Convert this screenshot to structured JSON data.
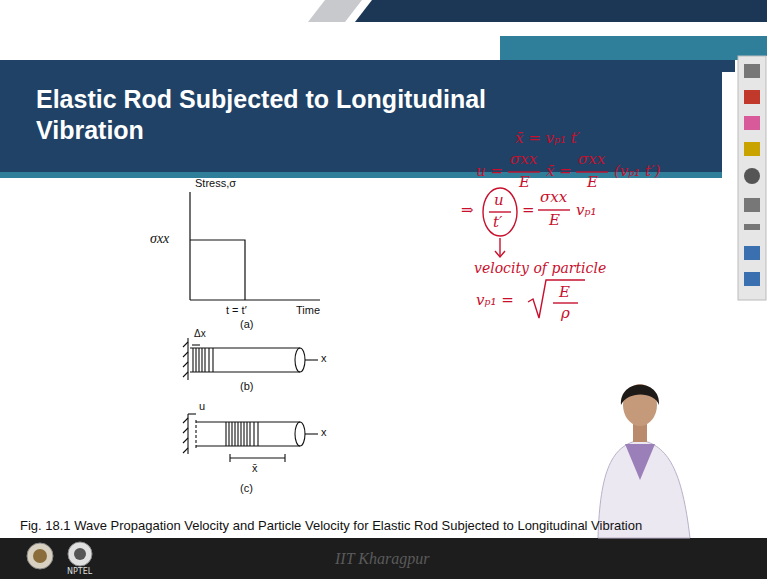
{
  "diagram": {
    "title": "Elastic Rod Subjected to Longitudinal Vibration",
    "caption": "Fig. 18.1 Wave Propagation Velocity and Particle Velocity for Elastic Rod Subjected to Longitudinal Vibration",
    "labels": [
      "Stress,σ",
      "σxx",
      "t = t′",
      "Time",
      "(a)",
      "Δx",
      "x",
      "(b)",
      "u",
      "x̄",
      "x",
      "(c)",
      "x̄ = vₚ₁ t′",
      "u =",
      "σxx",
      "E",
      "x̄ =",
      "σxx",
      "E",
      "(vₚ₁ t′)",
      "⇒",
      "u",
      "t′",
      "=",
      "σxx",
      "E",
      "vₚ₁",
      "velocity of particle",
      "vₚ₁ =",
      "E",
      "ρ",
      "IIT Kharagpur",
      "NPTEL"
    ]
  }
}
